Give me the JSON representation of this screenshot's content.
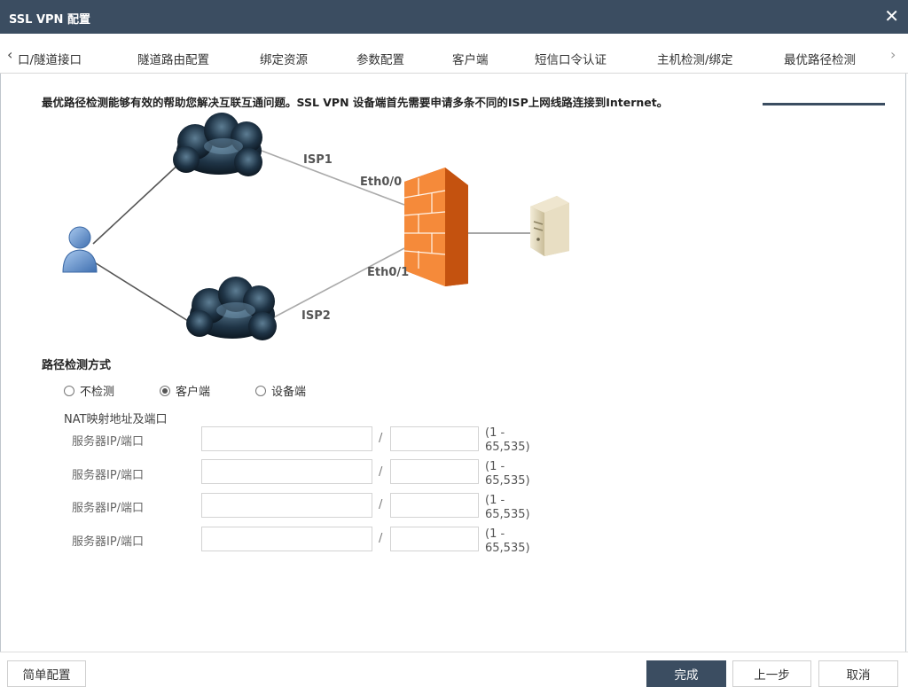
{
  "window": {
    "title": "SSL VPN 配置"
  },
  "tabs": [
    {
      "label": "口/隧道接口"
    },
    {
      "label": "隧道路由配置"
    },
    {
      "label": "绑定资源"
    },
    {
      "label": "参数配置"
    },
    {
      "label": "客户端"
    },
    {
      "label": "短信口令认证"
    },
    {
      "label": "主机检测/绑定"
    },
    {
      "label": "最优路径检测",
      "active": true
    }
  ],
  "intro": "最优路径检测能够有效的帮助您解决互联互通问题。SSL VPN 设备端首先需要申请多条不同的ISP上网线路连接到Internet。",
  "diagram": {
    "isp1": "ISP1",
    "isp2": "ISP2",
    "eth0": "Eth0/0",
    "eth1": "Eth0/1"
  },
  "detection": {
    "title": "路径检测方式",
    "options": [
      {
        "label": "不检测",
        "checked": false
      },
      {
        "label": "客户端",
        "checked": true
      },
      {
        "label": "设备端",
        "checked": false
      }
    ]
  },
  "nat": {
    "title": "NAT映射地址及端口",
    "rows": [
      {
        "label": "服务器IP/端口",
        "ip": "",
        "port": "",
        "range_line1": "(1 -",
        "range_line2": "65,535)"
      },
      {
        "label": "服务器IP/端口",
        "ip": "",
        "port": "",
        "range_line1": "(1 -",
        "range_line2": "65,535)"
      },
      {
        "label": "服务器IP/端口",
        "ip": "",
        "port": "",
        "range_line1": "(1 -",
        "range_line2": "65,535)"
      },
      {
        "label": "服务器IP/端口",
        "ip": "",
        "port": "",
        "range_line1": "(1 -",
        "range_line2": "65,535)"
      }
    ],
    "separator": "/"
  },
  "footer": {
    "simple": "简单配置",
    "finish": "完成",
    "prev": "上一步",
    "cancel": "取消"
  },
  "colors": {
    "titlebar": "#3b4d61",
    "primary": "#3b4d61",
    "firewall": "#f07a2a"
  }
}
